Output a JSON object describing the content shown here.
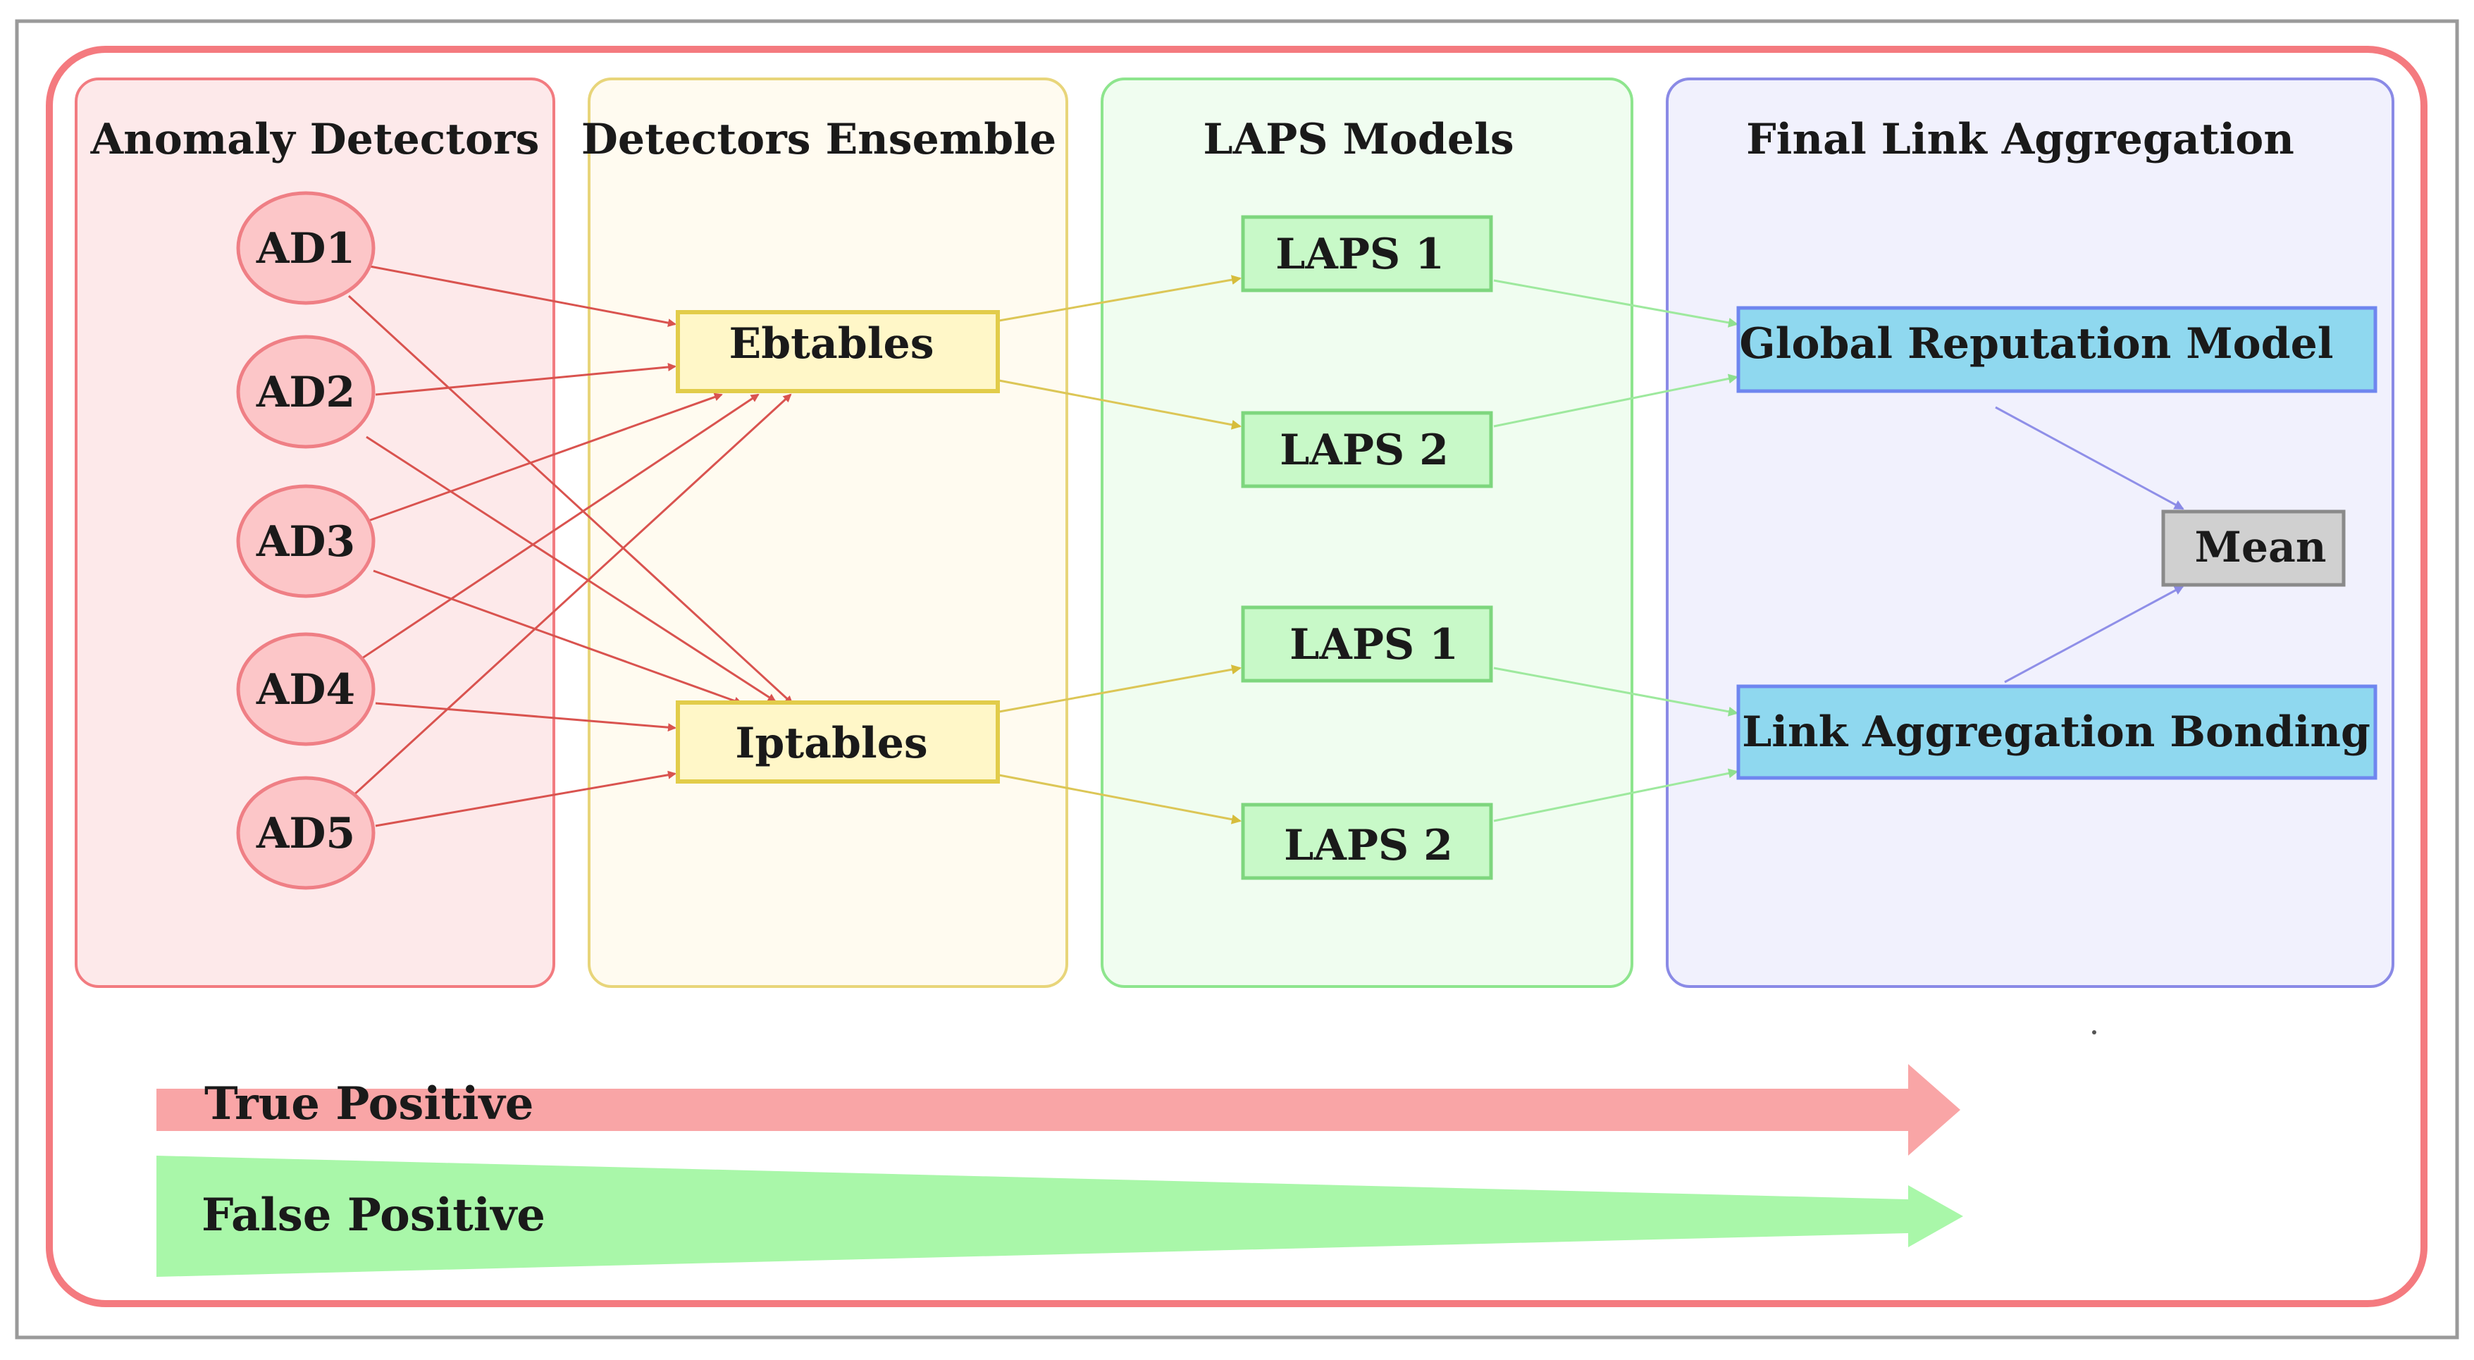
{
  "panels": {
    "anomaly": {
      "title": "Anomaly Detectors",
      "fill": "#fde9ea",
      "stroke": "#f27b80"
    },
    "ensemble": {
      "title": "Detectors Ensemble",
      "fill": "#fffbf0",
      "stroke": "#e8d57a"
    },
    "laps": {
      "title": "LAPS Models",
      "fill": "#f0fdf0",
      "stroke": "#8ee58e"
    },
    "final": {
      "title": "Final Link Aggregation",
      "fill": "#f1f1fd",
      "stroke": "#8a8ae6"
    }
  },
  "detectors": [
    "AD1",
    "AD2",
    "AD3",
    "AD4",
    "AD5"
  ],
  "ensemble": {
    "ebtables": "Ebtables",
    "iptables": "Iptables"
  },
  "laps_models": {
    "top_1": "LAPS 1",
    "top_2": "LAPS 2",
    "bottom_1": "LAPS 1",
    "bottom_2": "LAPS 2"
  },
  "final": {
    "global": "Global Reputation Model",
    "mean": "Mean",
    "bonding": "Link Aggregation Bonding"
  },
  "legend": {
    "true_positive": "True Positive",
    "false_positive": "False Positive"
  },
  "colors": {
    "outer_border": "#f47a7f",
    "detector_fill": "#fcc6c8",
    "detector_stroke": "#ef7f85",
    "ensemble_fill": "#fff7c8",
    "ensemble_stroke": "#e2cc4a",
    "laps_fill": "#c8f9c8",
    "laps_stroke": "#7ed67e",
    "final_fill": "#8fd8ef",
    "final_stroke": "#6f86ef",
    "mean_fill": "#d0d0d0",
    "mean_stroke": "#8a8a8a",
    "edge_red": "#d9534f",
    "edge_yellow": "#dcc656",
    "edge_green": "#9ee99e",
    "edge_blue": "#8f8fe8",
    "true_positive": "#f9a5a6",
    "false_positive": "#a9f7a9"
  }
}
